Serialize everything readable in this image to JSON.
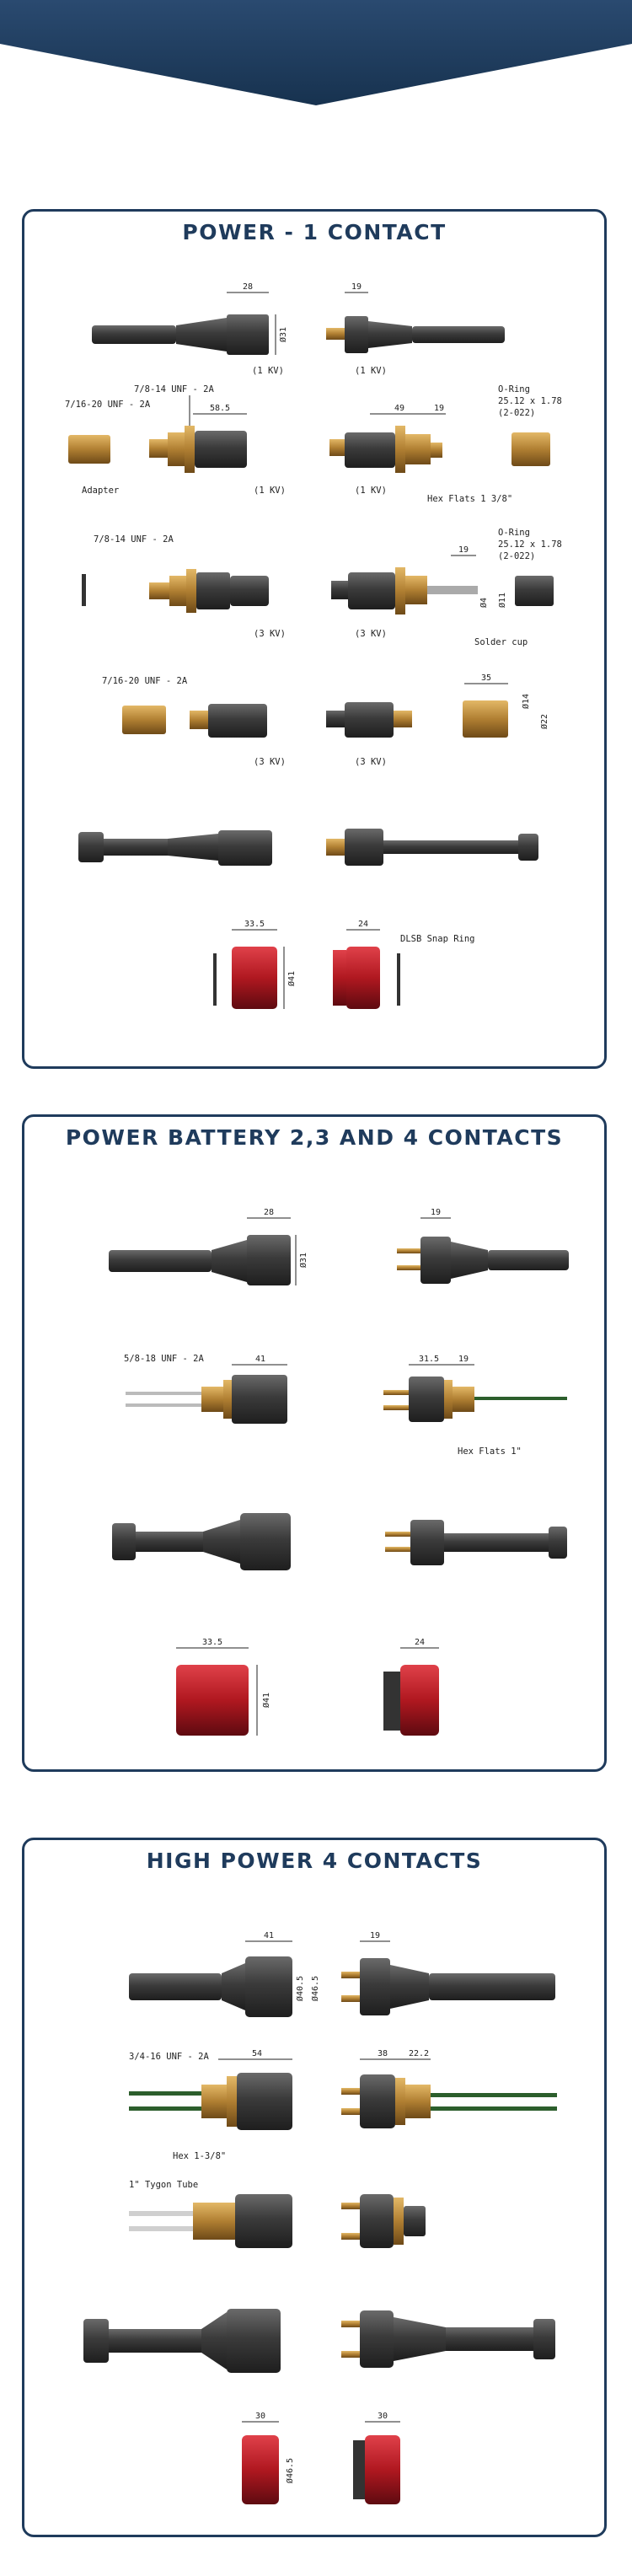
{
  "sections": [
    {
      "title": "POWER - 1 CONTACT",
      "labels": {
        "kv1_a": "(1 KV)",
        "kv1_b": "(1 KV)",
        "kv1_c": "(1 KV)",
        "kv1_d": "(1 KV)",
        "kv3_a": "(3 KV)",
        "kv3_b": "(3 KV)",
        "kv3_c": "(3 KV)",
        "kv3_d": "(3 KV)",
        "adapter": "Adapter",
        "thread_78_a": "7/8-14 UNF - 2A",
        "thread_716_a": "7/16-20 UNF - 2A",
        "thread_78_b": "7/8-14 UNF - 2A",
        "thread_716_b": "7/16-20 UNF - 2A",
        "oring_a_1": "O-Ring",
        "oring_a_2": "25.12 x 1.78",
        "oring_a_3": "(2-022)",
        "oring_b_1": "O-Ring",
        "oring_b_2": "25.12 x 1.78",
        "oring_b_3": "(2-022)",
        "hex_flats": "Hex Flats 1 3/8\"",
        "solder_cup": "Solder cup",
        "snap_ring": "DLSB Snap Ring"
      },
      "dims": {
        "d28": "28",
        "d31": "Ø31",
        "d19a": "19",
        "d585": "58.5",
        "d49": "49",
        "d19b": "19",
        "d19c": "19",
        "d4": "Ø4",
        "d11": "Ø11",
        "d35": "35",
        "d14": "Ø14",
        "d22": "Ø22",
        "d335": "33.5",
        "d41": "Ø41",
        "d24": "24"
      }
    },
    {
      "title": "POWER BATTERY 2,3 AND 4 CONTACTS",
      "labels": {
        "thread_58": "5/8-18 UNF - 2A",
        "hex_flats": "Hex Flats 1\""
      },
      "dims": {
        "d28": "28",
        "d31": "Ø31",
        "d19a": "19",
        "d41": "41",
        "d315": "31.5",
        "d19b": "19",
        "d335": "33.5",
        "d41b": "Ø41",
        "d24": "24"
      }
    },
    {
      "title": "HIGH POWER 4 CONTACTS",
      "labels": {
        "thread_34": "3/4-16 UNF - 2A",
        "hex": "Hex 1-3/8\"",
        "tygon": "1\" Tygon Tube"
      },
      "dims": {
        "d41": "41",
        "d405": "Ø40.5",
        "d465": "Ø46.5",
        "d19": "19",
        "d54": "54",
        "d38": "38",
        "d222": "22.2",
        "d30a": "30",
        "d465b": "Ø46.5",
        "d30b": "30"
      }
    }
  ],
  "colors": {
    "navy": "#1f3b5c",
    "brass": "#b7863a",
    "rubber": "#3a3a3a",
    "red": "#b01820"
  }
}
